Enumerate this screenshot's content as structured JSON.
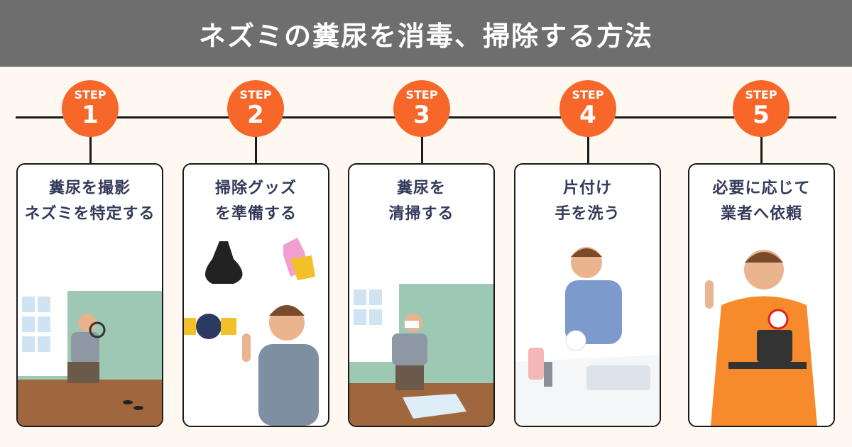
{
  "title": "ネズミの糞尿を消毒、掃除する方法",
  "steps": [
    {
      "label": "STEP",
      "number": "1",
      "line1": "糞尿を撮影",
      "line2": "ネズミを特定する"
    },
    {
      "label": "STEP",
      "number": "2",
      "line1": "掃除グッズ",
      "line2": "を準備する"
    },
    {
      "label": "STEP",
      "number": "3",
      "line1": "糞尿を",
      "line2": "清掃する"
    },
    {
      "label": "STEP",
      "number": "4",
      "line1": "片付け",
      "line2": "手を洗う"
    },
    {
      "label": "STEP",
      "number": "5",
      "line1": "必要に応じて",
      "line2": "業者へ依頼"
    }
  ],
  "colors": {
    "accent": "#f8672a",
    "header": "#6e6e6e",
    "text": "#333a5a"
  }
}
